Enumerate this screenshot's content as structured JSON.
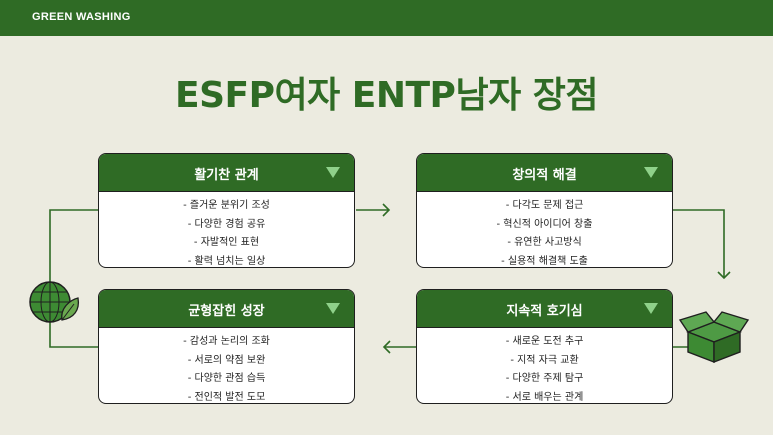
{
  "brand": "GREEN WASHING",
  "title": "ESFP여자 ENTP남자 장점",
  "colors": {
    "primary": "#2f6b25",
    "background": "#ecebe0",
    "accent_triangle": "#8fd18a"
  },
  "cards": [
    {
      "title": "활기찬 관계",
      "items": [
        "- 즐거운 분위기 조성",
        "- 다양한 경험 공유",
        "- 자발적인 표현",
        "- 활력 넘치는 일상"
      ]
    },
    {
      "title": "창의적 해결",
      "items": [
        "- 다각도 문제 접근",
        "- 혁신적 아이디어 창출",
        "- 유연한 사고방식",
        "- 실용적 해결책 도출"
      ]
    },
    {
      "title": "균형잡힌 성장",
      "items": [
        "- 감성과 논리의 조화",
        "- 서로의 약점 보완",
        "- 다양한 관점 습득",
        "- 전인적 발전 도모"
      ]
    },
    {
      "title": "지속적 호기심",
      "items": [
        "- 새로운 도전 추구",
        "- 지적 자극 교환",
        "- 다양한 주제 탐구",
        "- 서로 배우는 관계"
      ]
    }
  ],
  "icons": [
    "globe-leaf-icon",
    "recycle-box-icon",
    "chevron-down-icon"
  ]
}
